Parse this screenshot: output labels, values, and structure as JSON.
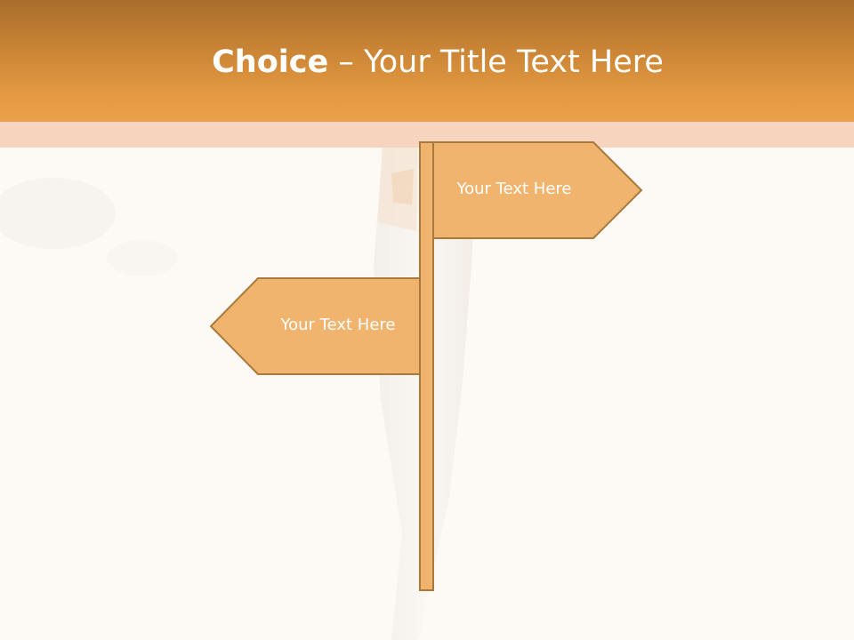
{
  "title": {
    "bold": "Choice",
    "rest": " – Your Title Text Here"
  },
  "signs": {
    "right_label": "Your Text Here",
    "left_label": "Your Text Here"
  },
  "colors": {
    "title_bar": "#e59a42",
    "sign_fill": "#f0b46f",
    "sign_stroke": "#a87a3d",
    "background": "#fdfaf6"
  }
}
